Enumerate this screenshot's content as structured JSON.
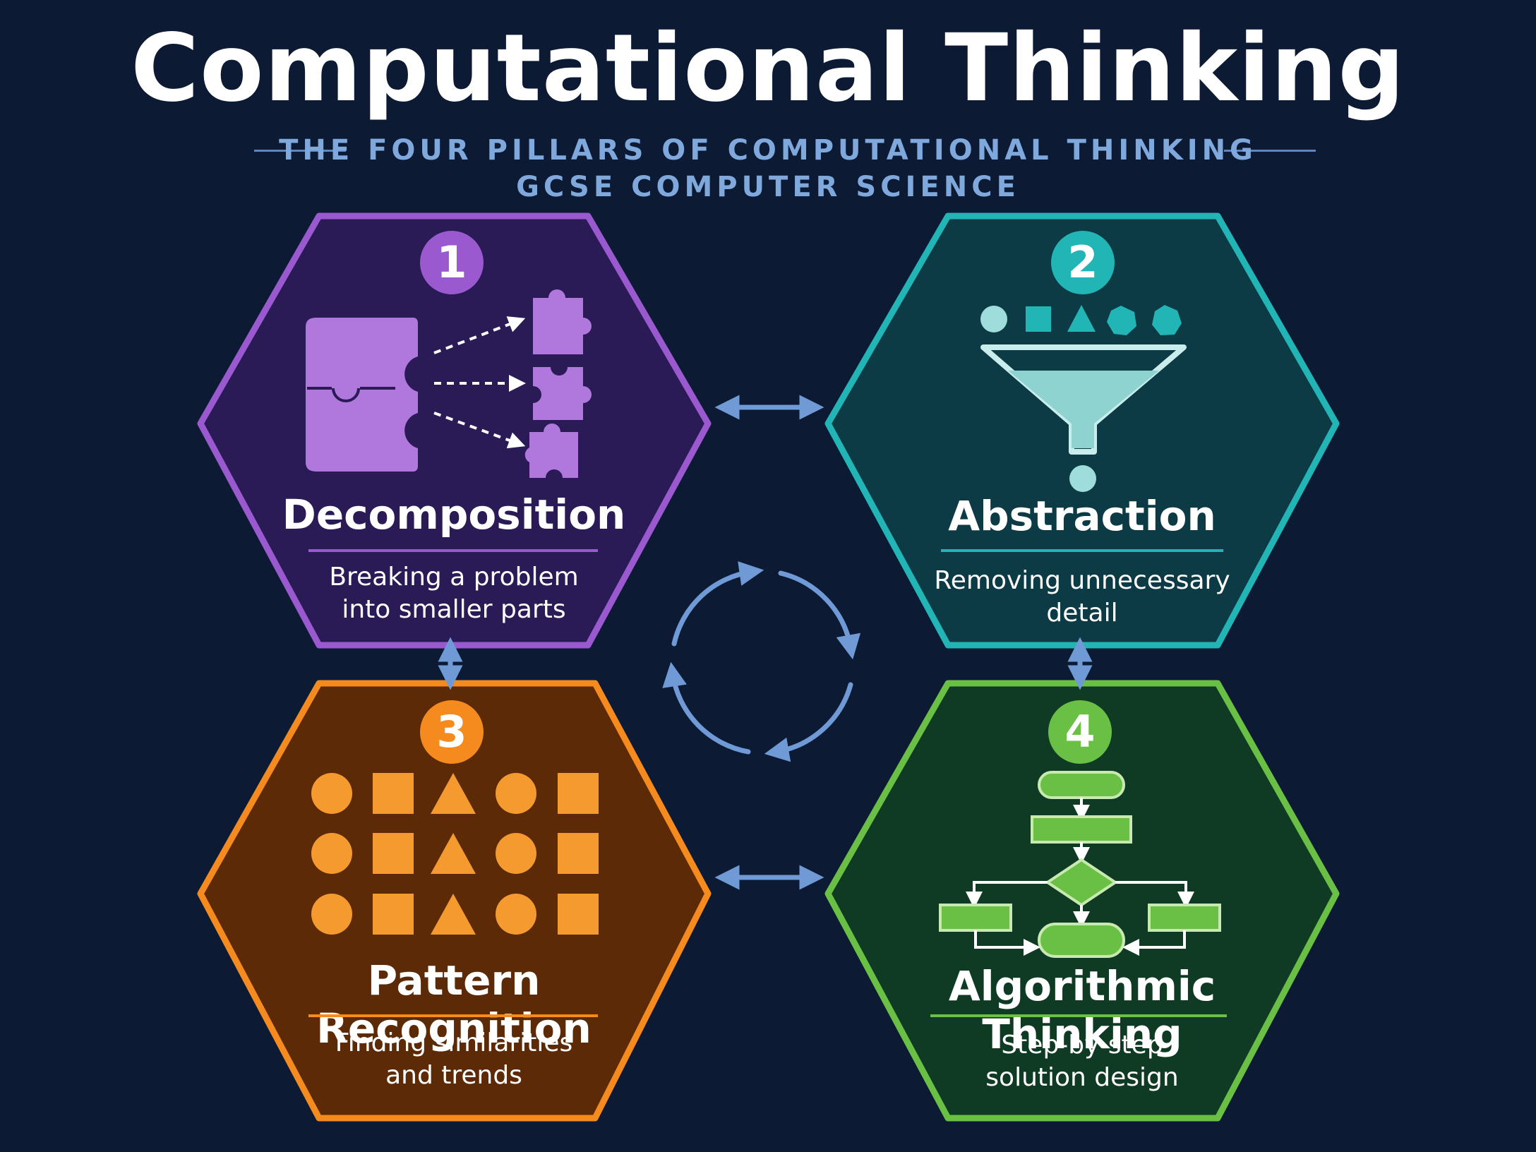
{
  "header": {
    "title": "Computational Thinking",
    "subtitle_line1": "THE FOUR PILLARS OF COMPUTATIONAL THINKING",
    "subtitle_line2": "GCSE COMPUTER SCIENCE"
  },
  "pillars": [
    {
      "number": "1",
      "title": "Decomposition",
      "description": "Breaking a problem\ninto smaller parts",
      "color": "#9b59d0",
      "fill": "#2a1a55",
      "icon": "puzzle-icon"
    },
    {
      "number": "2",
      "title": "Abstraction",
      "description": "Removing unnecessary\ndetail",
      "color": "#22b5b5",
      "fill": "#0c3a45",
      "icon": "funnel-icon"
    },
    {
      "number": "3",
      "title": "Pattern Recognition",
      "description": "Finding similarities\nand trends",
      "color": "#f58a1f",
      "fill": "#5c2a06",
      "icon": "shapes-grid-icon"
    },
    {
      "number": "4",
      "title": "Algorithmic Thinking",
      "description": "Step-by-step\nsolution design",
      "color": "#6abf45",
      "fill": "#0f3a24",
      "icon": "flowchart-icon"
    }
  ],
  "colors": {
    "background": "#0c1a33",
    "connector": "#6f9ad6",
    "subtitle": "#7fa8dc"
  }
}
